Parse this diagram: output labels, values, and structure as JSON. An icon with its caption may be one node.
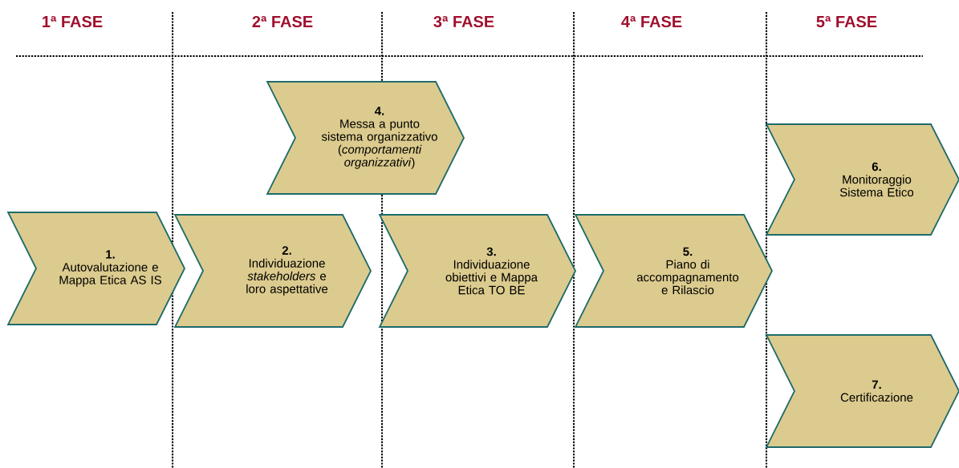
{
  "diagram": {
    "nodes": [
      {
        "text": [
          "1.",
          "Autovalutazione e Mappa Etica AS IS"
        ]
      },
      {
        "text": [
          "2.",
          "Individuazione *stakeholders* e loro aspettative"
        ]
      },
      {
        "text": [
          "4.",
          "Messa a punto sistema organizzativo (*comportamenti organizzativi*)"
        ]
      },
      {
        "text": [
          "3.",
          "Individuazione obiettivi e Mappa Etica TO BE"
        ]
      },
      {
        "text": [
          "5.",
          "Piano di accompagnamento e Rilascio"
        ]
      },
      {
        "text": [
          "6.",
          "Monitoraggio Sistema Etico"
        ]
      },
      {
        "text": [
          "7.",
          "Certificazione"
        ]
      }
    ],
    "labels": [
      "1ª FASE",
      "2ª FASE",
      "3ª FASE",
      "4ª FASE",
      "5ª FASE"
    ]
  }
}
